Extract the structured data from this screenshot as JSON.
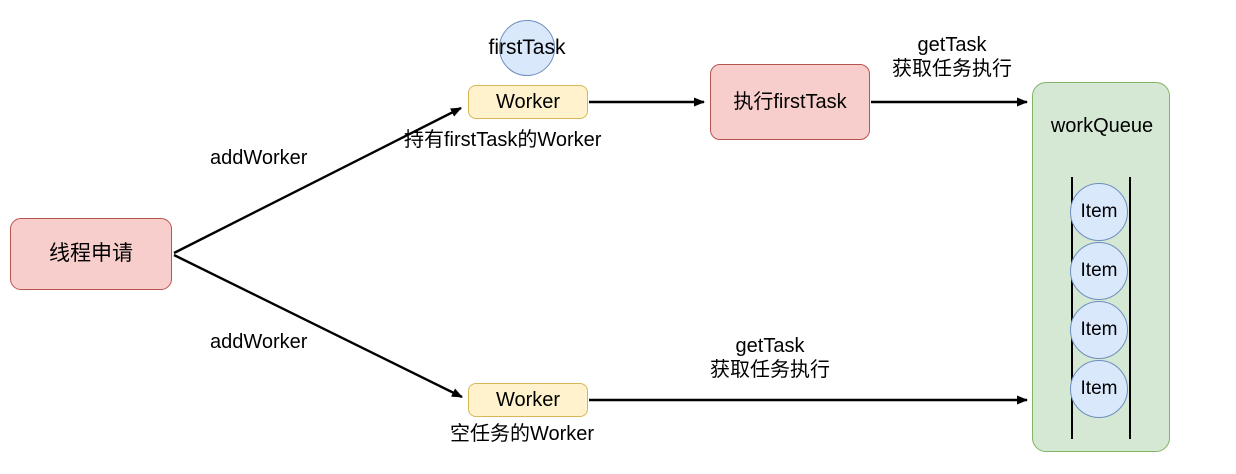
{
  "diagram": {
    "title": "Thread pool worker / workQueue flow",
    "colors": {
      "red_fill": "#f8cecc",
      "red_stroke": "#b85450",
      "yellow_fill": "#fff2cc",
      "yellow_stroke": "#d6b656",
      "blue_fill": "#dae8fc",
      "blue_stroke": "#6c8ebf",
      "green_fill": "#d5e8d4",
      "green_stroke": "#82b366",
      "edge": "#000000",
      "background": "#ffffff"
    },
    "nodes": {
      "thread_request": "线程申请",
      "first_task_circle": "firstTask",
      "worker_top": "Worker",
      "worker_bottom": "Worker",
      "exec_first_task": "执行firstTask",
      "work_queue": "workQueue"
    },
    "queue_items": [
      "Item",
      "Item",
      "Item",
      "Item"
    ],
    "edge_labels": {
      "add_worker_top": "addWorker",
      "add_worker_bottom": "addWorker",
      "holding_first_task_worker": "持有firstTask的Worker",
      "empty_task_worker": "空任务的Worker",
      "get_task_top_line1": "getTask",
      "get_task_top_line2": "获取任务执行",
      "get_task_bottom_line1": "getTask",
      "get_task_bottom_line2": "获取任务执行"
    }
  }
}
